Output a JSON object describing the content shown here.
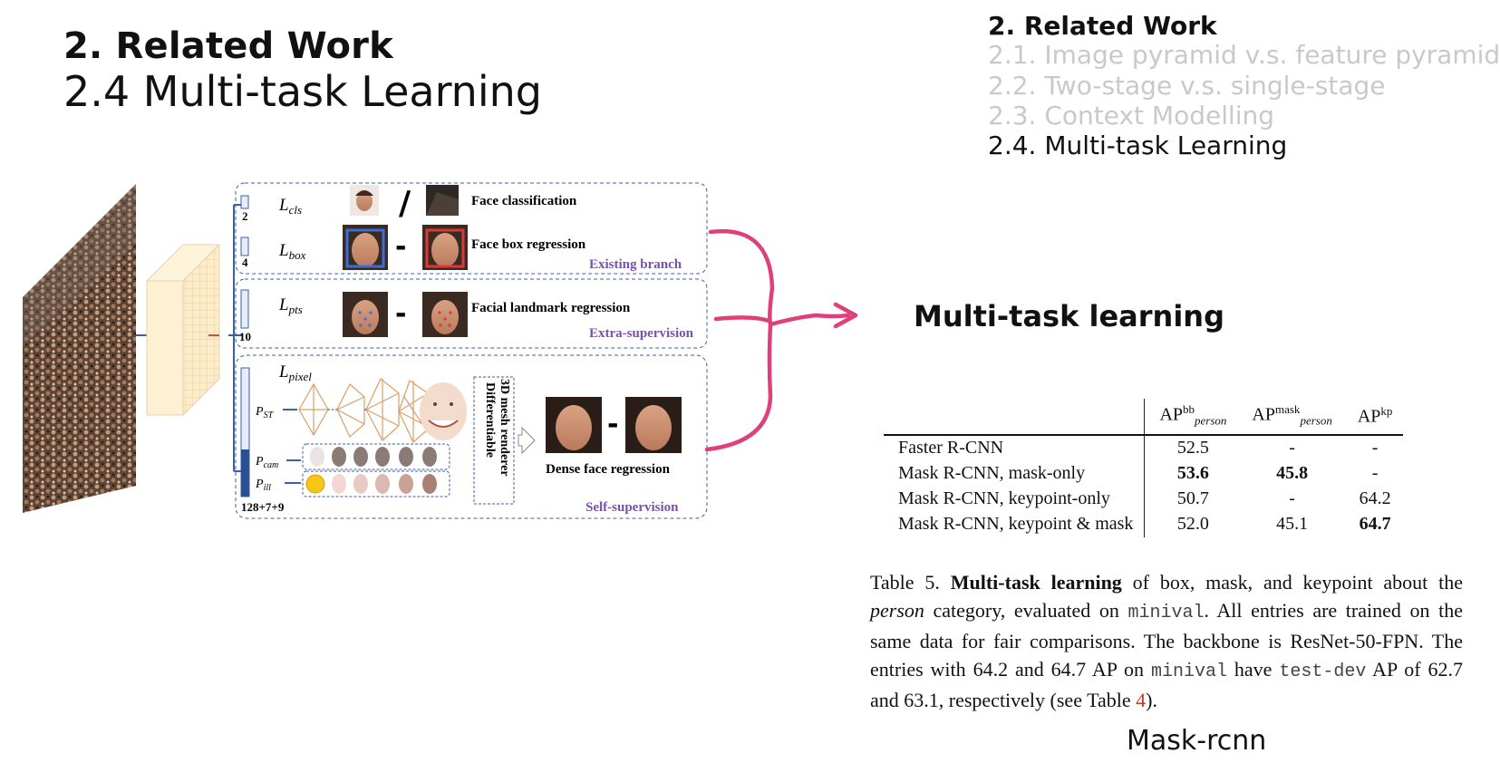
{
  "slide": {
    "section_title": "2. Related Work",
    "subsection_title": "2.4 Multi-task Learning",
    "callout_label": "Multi-task learning",
    "model_name": "Mask-rcnn"
  },
  "toc": [
    {
      "label": "2. Related Work",
      "state": "current-section"
    },
    {
      "label": "2.1. Image pyramid v.s. feature pyramid",
      "state": "dim"
    },
    {
      "label": "2.2. Two-stage v.s. single-stage",
      "state": "dim"
    },
    {
      "label": "2.3. Context Modelling",
      "state": "dim"
    },
    {
      "label": "2.4. Multi-task Learning",
      "state": "current"
    }
  ],
  "diagram": {
    "loss_cls": "L",
    "loss_cls_sub": "cls",
    "loss_box": "L",
    "loss_box_sub": "box",
    "loss_pts": "L",
    "loss_pts_sub": "pts",
    "loss_pixel": "L",
    "loss_pixel_sub": "pixel",
    "dim_2": "2",
    "dim_4": "4",
    "dim_10": "10",
    "dim_pixel": "128+7+9",
    "p_st": "P",
    "p_st_sub": "ST",
    "p_cam": "P",
    "p_cam_sub": "cam",
    "p_ill": "P",
    "p_ill_sub": "ill",
    "face_classification": "Face classification",
    "face_box_regression": "Face box regression",
    "existing_branch": "Existing branch",
    "facial_landmark_regression": "Facial landmark regression",
    "extra_supervision": "Extra-supervision",
    "renderer_line1": "Differentiable",
    "renderer_line2": "3D mesh renderer",
    "dense_face_regression": "Dense face regression",
    "self_supervision": "Self-supervision",
    "slash": "/",
    "minus": "-",
    "colors": {
      "accent_purple": "#7a4fb0",
      "arrow_pink": "#e0407a",
      "box_blue": "#3a6fd8",
      "box_red": "#d83a3a",
      "dash_blue": "#3b5fa8"
    }
  },
  "table": {
    "columns": [
      {
        "base": "AP",
        "sup": "bb",
        "sub": "person"
      },
      {
        "base": "AP",
        "sup": "mask",
        "sub": "person"
      },
      {
        "base": "AP",
        "sup": "kp",
        "sub": ""
      }
    ],
    "rows": [
      {
        "name": "Faster R-CNN",
        "values": [
          "52.5",
          "-",
          "-"
        ],
        "bold": [
          false,
          false,
          false
        ]
      },
      {
        "name": "Mask R-CNN, mask-only",
        "values": [
          "53.6",
          "45.8",
          "-"
        ],
        "bold": [
          true,
          true,
          false
        ]
      },
      {
        "name": "Mask R-CNN, keypoint-only",
        "values": [
          "50.7",
          "-",
          "64.2"
        ],
        "bold": [
          false,
          false,
          false
        ]
      },
      {
        "name": "Mask R-CNN, keypoint & mask",
        "values": [
          "52.0",
          "45.1",
          "64.7"
        ],
        "bold": [
          false,
          false,
          true
        ]
      }
    ]
  },
  "caption": {
    "lead": "Table 5. ",
    "bold_phrase": "Multi-task learning",
    "t1": " of box, mask, and keypoint about the ",
    "italic_word": "person",
    "t2": " category, evaluated on ",
    "mono1": "minival",
    "t3": ". All entries are trained on the same data for fair comparisons. The backbone is ResNet-50-FPN. The entries with 64.2 and 64.7 AP on ",
    "mono2": "minival",
    "t4": " have ",
    "mono3": "test-dev",
    "t5": " AP of 62.7 and 63.1, respectively (see Table ",
    "ref": "4",
    "t6": ")."
  }
}
